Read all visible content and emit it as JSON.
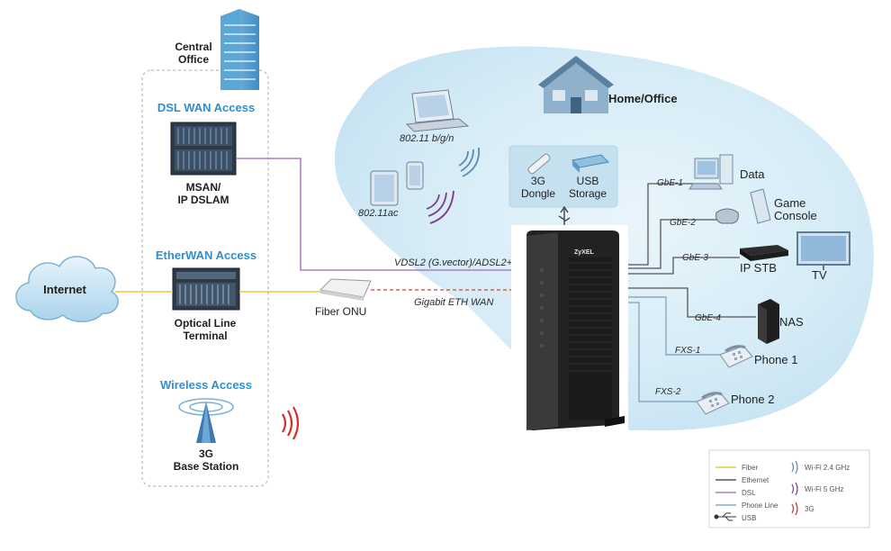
{
  "left_panel": {
    "central_office_line1": "Central",
    "central_office_line2": "Office",
    "dsl_wan_access": "DSL WAN Access",
    "msan_line1": "MSAN/",
    "msan_line2": "IP DSLAM",
    "etherwan_access": "EtherWAN Access",
    "olt_line1": "Optical Line",
    "olt_line2": "Terminal",
    "wireless_access": "Wireless Access",
    "bs_line1": "3G",
    "bs_line2": "Base Station"
  },
  "internet": "Internet",
  "fiber_onu": "Fiber ONU",
  "links": {
    "vdsl": "VDSL2 (G.vector)/ADSL2+",
    "gigabit": "Gigabit ETH WAN"
  },
  "home_office": "Home/Office",
  "wifi": {
    "bgn": "802.11 b/g/n",
    "ac": "802.11ac"
  },
  "usb_box": {
    "dongle_line1": "3G",
    "dongle_line2": "Dongle",
    "storage_line1": "USB",
    "storage_line2": "Storage"
  },
  "router_brand": "ZyXEL",
  "ports": [
    "GbE-1",
    "GbE-2",
    "GbE-3",
    "GbE-4",
    "FXS-1",
    "FXS-2"
  ],
  "devices": {
    "data": "Data",
    "game_line1": "Game",
    "game_line2": "Console",
    "ip_stb": "IP STB",
    "tv": "TV",
    "nas": "NAS",
    "phone1": "Phone 1",
    "phone2": "Phone 2"
  },
  "legend": {
    "fiber": "Fiber",
    "ethernet": "Ethernet",
    "dsl": "DSL",
    "phone_line": "Phone Line",
    "usb": "USB",
    "wifi24": "Wi-Fi 2.4 GHz",
    "wifi5": "Wi-Fi 5 GHz",
    "g3": "3G"
  },
  "colors": {
    "fiber": "#f2c53d",
    "ethernet": "#555555",
    "dsl": "#a980c8",
    "phone_line": "#8aa7c8",
    "usb": "#333333",
    "wifi24": "#5b8ab5",
    "wifi5": "#7b3d8f",
    "g3": "#d0312d",
    "accent_blue": "#2f8fd0",
    "cloud_bg": "#cfe8f4"
  }
}
